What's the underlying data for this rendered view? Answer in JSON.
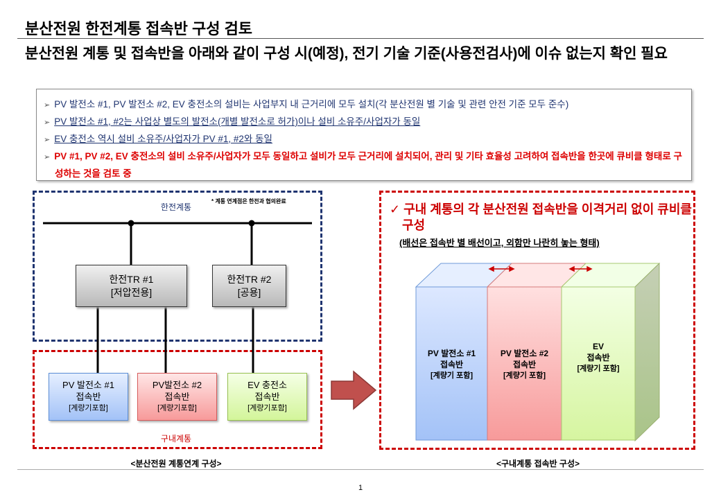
{
  "title": "분산전원 한전계통 접속반 구성 검토",
  "subtitle": "분산전원 계통 및 접속반을 아래와 같이 구성 시(예정), 전기 기술 기준(사용전검사)에 이슈 없는지 확인 필요",
  "bullets": [
    "PV 발전소 #1, PV 발전소  #2, EV 충전소의 설비는 사업부지 내 근거리에 모두 설치(각 분산전원 별 기술 및 관련 안전 기준 모두 준수)",
    "PV 발전소 #1, #2는 사업상 별도의 발전소(개별 발전소로 허가)이나 설비 소유주/사업자가 동일",
    "EV 충전소 역시 설비 소유주/사업자가  PV #1, #2와 동일",
    "PV #1, PV #2, EV 충전소의 설비 소유주/사업자가 모두 동일하고 설비가 모두 근거리에 설치되어, 관리 및 기타 효율성 고려하여 접속반을 한곳에 큐비클 형태로 구성하는 것을 검토 중"
  ],
  "left": {
    "grid_label": "한전계통",
    "note": "* 계통 연계점은 한전과 협의완료",
    "tr1": {
      "line1": "한전TR #1",
      "line2": "[저압전용]"
    },
    "tr2": {
      "line1": "한전TR #2",
      "line2": "[공용]"
    },
    "nodes": [
      {
        "line1": "PV 발전소 #1",
        "line2": "접속반",
        "line3": "[계량기포함]"
      },
      {
        "line1": "PV발전소 #2",
        "line2": "접속반",
        "line3": "[계량기포함]"
      },
      {
        "line1": "EV 충전소",
        "line2": "접속반",
        "line3": "[계량기포함]"
      }
    ],
    "internal_label": "구내계통",
    "caption": "<분산전원 계통연계 구성>"
  },
  "right": {
    "headline": "✓ 구내 계통의 각 분산전원 접속반을 이격거리 없이 큐비클 구성",
    "note": "(배선은 접속반 별 배선이고, 외함만 나란히 놓는 형태)",
    "cubes": [
      {
        "line1": "PV 발전소 #1",
        "line2": "접속반",
        "line3": "[계량기 포함]"
      },
      {
        "line1": "PV 발전소 #2",
        "line2": "접속반",
        "line3": "[계량기 포함]"
      },
      {
        "line1": "EV",
        "line2": "접속반",
        "line3": "[계량기 포함]"
      }
    ],
    "caption": "<구내계통 접속반 구성>"
  },
  "page_number": "1",
  "colors": {
    "navy": "#1f3470",
    "red": "#cc0000"
  }
}
